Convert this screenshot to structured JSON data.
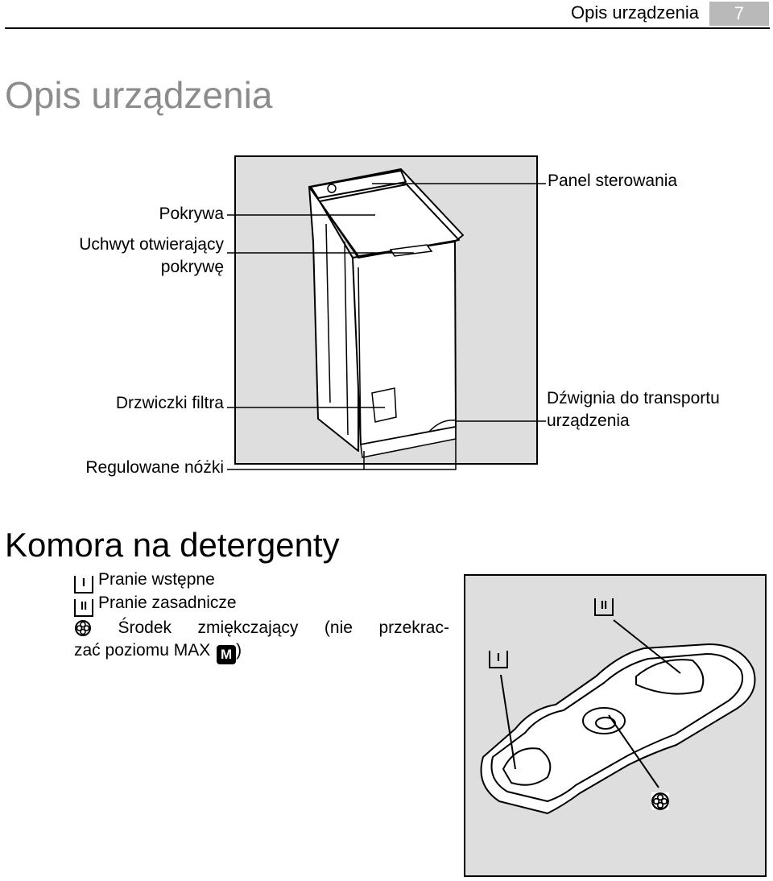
{
  "header": {
    "title": "Opis urządzenia",
    "page_number": "7"
  },
  "page_title": "Opis urządzenia",
  "appliance_labels": {
    "lid": "Pokrywa",
    "lid_handle_line1": "Uchwyt otwierający",
    "lid_handle_line2": "pokrywę",
    "filter_door": "Drzwiczki filtra",
    "adjustable_feet": "Regulowane nóżki",
    "control_panel": "Panel sterowania",
    "transport_lever_line1": "Dźwignia do transportu",
    "transport_lever_line2": "urządzenia"
  },
  "detergent": {
    "title": "Komora na detergenty",
    "prewash_symbol": "I",
    "prewash": "Pranie wstępne",
    "mainwash_symbol": "II",
    "mainwash": "Pranie zasadnicze",
    "softener_line1_words": [
      "Środek",
      "zmiękczający",
      "(nie",
      "przekrac-"
    ],
    "softener_line2": "zać poziomu MAX",
    "max_symbol": "M",
    "closing_paren": ")"
  },
  "diagram_labels": {
    "prewash": "I",
    "mainwash": "II"
  },
  "icons": [
    "flower-softener-icon",
    "max-level-icon",
    "prewash-compartment-icon",
    "mainwash-compartment-icon"
  ]
}
